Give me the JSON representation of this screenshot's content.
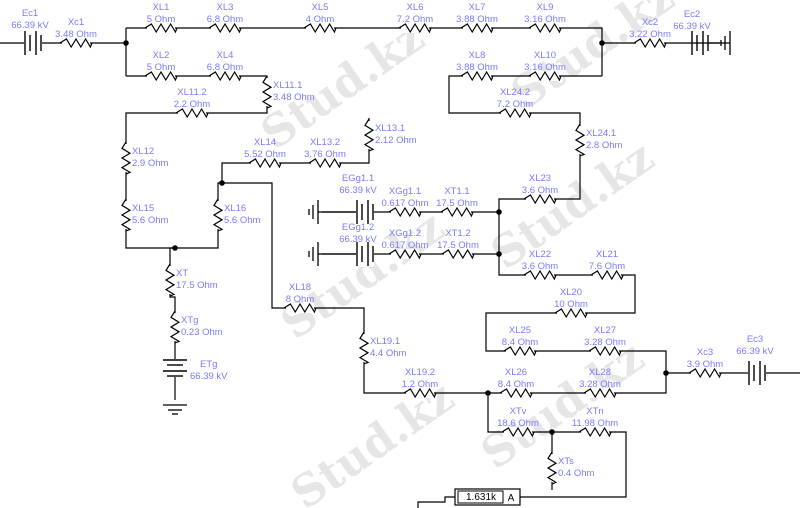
{
  "watermark": "Stud.kz",
  "resistors": [
    {
      "id": "Xc1",
      "label": "Xc1",
      "value": "3.48  Ohm"
    },
    {
      "id": "XL1",
      "label": "XL1",
      "value": "5  Ohm"
    },
    {
      "id": "XL3",
      "label": "XL3",
      "value": "6.8  Ohm"
    },
    {
      "id": "XL5",
      "label": "XL5",
      "value": "4  Ohm"
    },
    {
      "id": "XL6",
      "label": "XL6",
      "value": "7.2  Ohm"
    },
    {
      "id": "XL7",
      "label": "XL7",
      "value": "3.88  Ohm"
    },
    {
      "id": "XL9",
      "label": "XL9",
      "value": "3.16  Ohm"
    },
    {
      "id": "XL2",
      "label": "XL2",
      "value": "5  Ohm"
    },
    {
      "id": "XL4",
      "label": "XL4",
      "value": "6.8  Ohm"
    },
    {
      "id": "XL8",
      "label": "XL8",
      "value": "3.88  Ohm"
    },
    {
      "id": "XL10",
      "label": "XL10",
      "value": "3.16  Ohm"
    },
    {
      "id": "Xc2",
      "label": "Xc2",
      "value": "3.22  Ohm"
    },
    {
      "id": "XL11.1",
      "label": "XL11.1",
      "value": "3.48  Ohm"
    },
    {
      "id": "XL11.2",
      "label": "XL11.2",
      "value": "2.2  Ohm"
    },
    {
      "id": "XL12",
      "label": "XL12",
      "value": "2.9  Ohm"
    },
    {
      "id": "XL15",
      "label": "XL15",
      "value": "5.6  Ohm"
    },
    {
      "id": "XL16",
      "label": "XL16",
      "value": "5.6  Ohm"
    },
    {
      "id": "XL14",
      "label": "XL14",
      "value": "5.52  Ohm"
    },
    {
      "id": "XL13.2",
      "label": "XL13.2",
      "value": "3.76  Ohm"
    },
    {
      "id": "XL13.1",
      "label": "XL13.1",
      "value": "2.12  Ohm"
    },
    {
      "id": "XL24.2",
      "label": "XL24.2",
      "value": "7.2  Ohm"
    },
    {
      "id": "XL24.1",
      "label": "XL24.1",
      "value": "2.8  Ohm"
    },
    {
      "id": "XL23",
      "label": "XL23",
      "value": "3.6  Ohm"
    },
    {
      "id": "XGg1.1",
      "label": "XGg1.1",
      "value": "0.617  Ohm"
    },
    {
      "id": "XT1.1",
      "label": "XT1.1",
      "value": "17.5  Ohm"
    },
    {
      "id": "XGg1.2",
      "label": "XGg1.2",
      "value": "0.617  Ohm"
    },
    {
      "id": "XT1.2",
      "label": "XT1.2",
      "value": "17.5  Ohm"
    },
    {
      "id": "XT",
      "label": "XT",
      "value": "17.5  Ohm"
    },
    {
      "id": "XTg",
      "label": "XTg",
      "value": "0.23  Ohm"
    },
    {
      "id": "XL18",
      "label": "XL18",
      "value": "8  Ohm"
    },
    {
      "id": "XL19.1",
      "label": "XL19.1",
      "value": "4.4  Ohm"
    },
    {
      "id": "XL19.2",
      "label": "XL19.2",
      "value": "1.2  Ohm"
    },
    {
      "id": "XL22",
      "label": "XL22",
      "value": "3.6  Ohm"
    },
    {
      "id": "XL21",
      "label": "XL21",
      "value": "7.6  Ohm"
    },
    {
      "id": "XL20",
      "label": "XL20",
      "value": "10  Ohm"
    },
    {
      "id": "XL25",
      "label": "XL25",
      "value": "8.4  Ohm"
    },
    {
      "id": "XL27",
      "label": "XL27",
      "value": "3.28  Ohm"
    },
    {
      "id": "XL26",
      "label": "XL26",
      "value": "8.4  Ohm"
    },
    {
      "id": "XL28",
      "label": "XL28",
      "value": "3.28  Ohm"
    },
    {
      "id": "Xc3",
      "label": "Xc3",
      "value": "3.9  Ohm"
    },
    {
      "id": "XTv",
      "label": "XTv",
      "value": "18.6  Ohm"
    },
    {
      "id": "XTn",
      "label": "XTn",
      "value": "11.98  Ohm"
    },
    {
      "id": "XTs",
      "label": "XTs",
      "value": "0.4  Ohm"
    }
  ],
  "sources": [
    {
      "id": "Ec1",
      "label": "Ec1",
      "value": "66.39 kV"
    },
    {
      "id": "Ec2",
      "label": "Ec2",
      "value": "66.39 kV"
    },
    {
      "id": "Ec3",
      "label": "Ec3",
      "value": "66.39 kV"
    },
    {
      "id": "EGg1.1",
      "label": "EGg1.1",
      "value": "66.39 kV"
    },
    {
      "id": "EGg1.2",
      "label": "EGg1.2",
      "value": "66.39 kV"
    },
    {
      "id": "ETg",
      "label": "ETg",
      "value": "66.39 kV"
    }
  ],
  "ammeter": {
    "reading": "1.631k",
    "unit": "A"
  }
}
